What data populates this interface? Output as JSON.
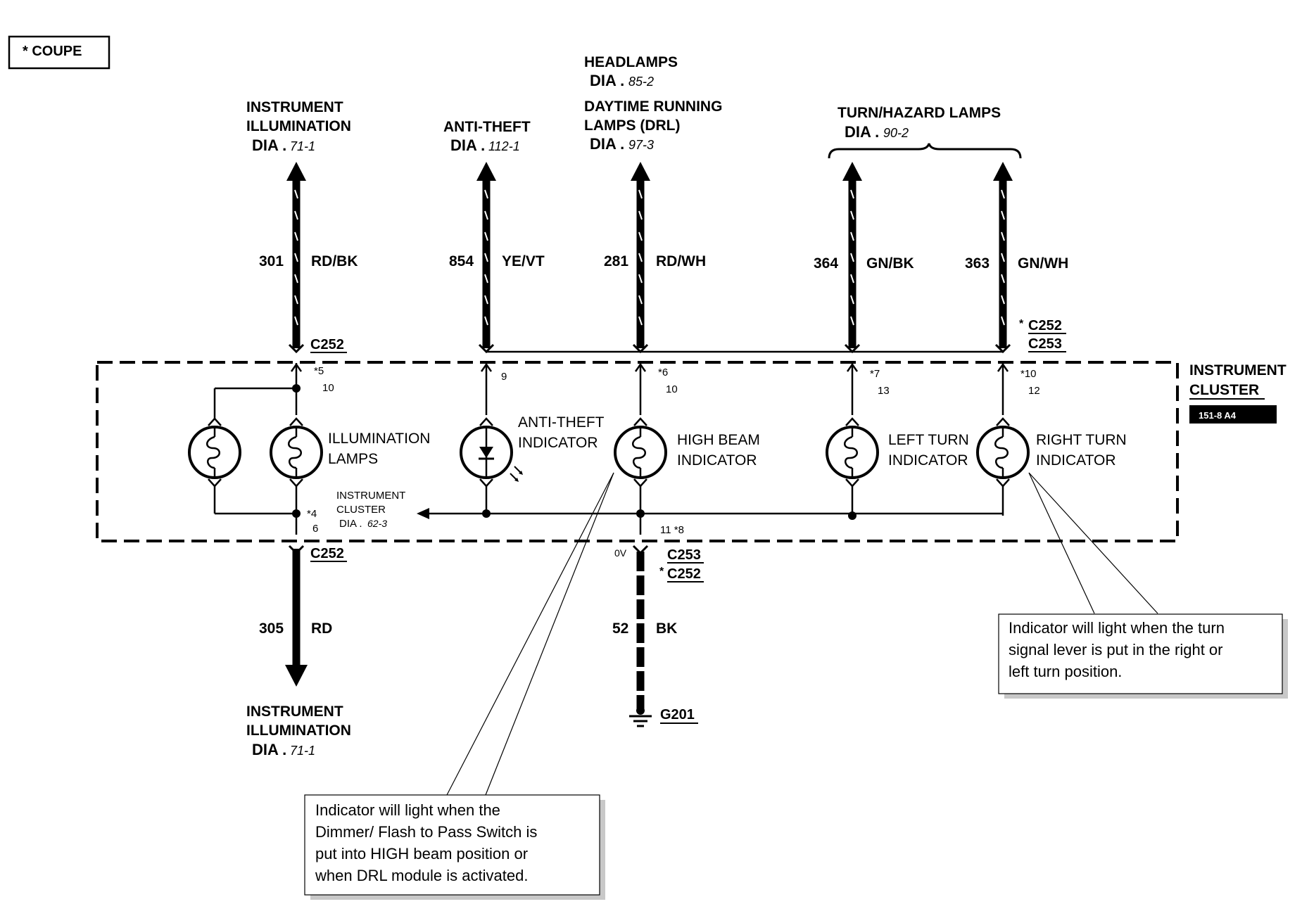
{
  "coupe_note": "* COUPE",
  "top_labels": {
    "instrument_illumination": {
      "line1": "INSTRUMENT",
      "line2": "ILLUMINATION",
      "dia": "DIA .",
      "ref": "71-1"
    },
    "anti_theft": {
      "line1": "ANTI-THEFT",
      "dia": "DIA .",
      "ref": "112-1"
    },
    "headlamps": {
      "line1": "HEADLAMPS",
      "dia": "DIA .",
      "ref": "85-2"
    },
    "drl": {
      "line1": "DAYTIME RUNNING",
      "line2": "LAMPS (DRL)",
      "dia": "DIA .",
      "ref": "97-3"
    },
    "turn_hazard": {
      "line1": "TURN/HAZARD LAMPS",
      "dia": "DIA .",
      "ref": "90-2"
    }
  },
  "wires": {
    "w301": {
      "circuit": "301",
      "color": "RD/BK"
    },
    "w854": {
      "circuit": "854",
      "color": "YE/VT"
    },
    "w281": {
      "circuit": "281",
      "color": "RD/WH"
    },
    "w364": {
      "circuit": "364",
      "color": "GN/BK"
    },
    "w363": {
      "circuit": "363",
      "color": "GN/WH"
    },
    "w305": {
      "circuit": "305",
      "color": "RD"
    },
    "w52": {
      "circuit": "52",
      "color": "BK"
    }
  },
  "connectors": {
    "c252_top": "C252",
    "c252_right_star": "*",
    "c252_right": "C252",
    "c253_right": "C253",
    "c252_bottom": "C252",
    "c253_bottom": "C253",
    "c252_bottom_star": "*",
    "c252_bottom_alt": "C252",
    "ground": "G201",
    "zero_v": "0V"
  },
  "pins": {
    "p5": "*5",
    "p10a": "10",
    "p9": "9",
    "p6": "*6",
    "p10b": "10",
    "p7": "*7",
    "p13": "13",
    "p10c": "*10",
    "p12": "12",
    "p4": "*4",
    "p6b": "6",
    "p11": "11 *8"
  },
  "components": {
    "illumination": {
      "line1": "ILLUMINATION",
      "line2": "LAMPS"
    },
    "anti_theft": {
      "line1": "ANTI-THEFT",
      "line2": "INDICATOR"
    },
    "high_beam": {
      "line1": "HIGH  BEAM",
      "line2": "INDICATOR"
    },
    "left_turn": {
      "line1": "LEFT TURN",
      "line2": "INDICATOR"
    },
    "right_turn": {
      "line1": "RIGHT TURN",
      "line2": "INDICATOR"
    }
  },
  "instrument_cluster": {
    "line1": "INSTRUMENT",
    "line2": "CLUSTER",
    "ref": "151-8 A4"
  },
  "cluster_ref": {
    "line1": "INSTRUMENT",
    "line2": "CLUSTER",
    "dia": "DIA .",
    "ref": "62-3"
  },
  "bottom_label": {
    "line1": "INSTRUMENT",
    "line2": "ILLUMINATION",
    "dia": "DIA .",
    "ref": "71-1"
  },
  "notes": {
    "turn": [
      "Indicator will light when the turn",
      "signal lever is put in the right or",
      "left turn position."
    ],
    "high_beam": [
      "Indicator will light when the",
      "Dimmer/ Flash to Pass Switch is",
      "put into HIGH beam position or",
      "when DRL module is activated."
    ]
  }
}
